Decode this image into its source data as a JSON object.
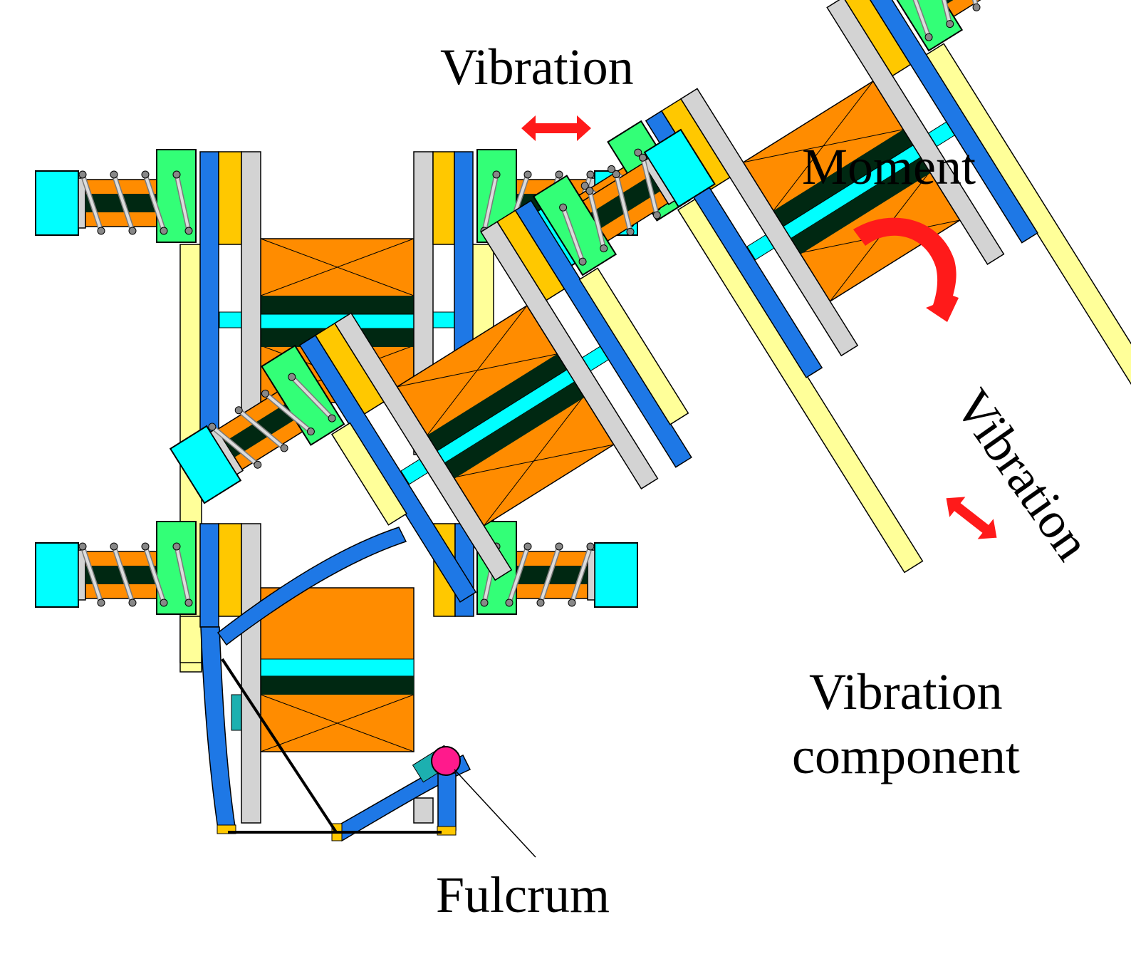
{
  "labels": {
    "vibration_top": "Vibration",
    "moment": "Moment",
    "vibration_right": "Vibration",
    "vibration_component_line1": "Vibration",
    "vibration_component_line2": "component",
    "fulcrum": "Fulcrum"
  },
  "colors": {
    "cyan": "#00ffff",
    "blue": "#1e78e6",
    "yellow": "#ffc800",
    "gray": "#d3d3d3",
    "orange": "#ff8c00",
    "dark": "#002812",
    "green": "#33ff77",
    "pale_yellow": "#ffff99",
    "teal": "#1cb0b0",
    "red": "#ff1a1a",
    "magenta": "#ff1a8c"
  }
}
